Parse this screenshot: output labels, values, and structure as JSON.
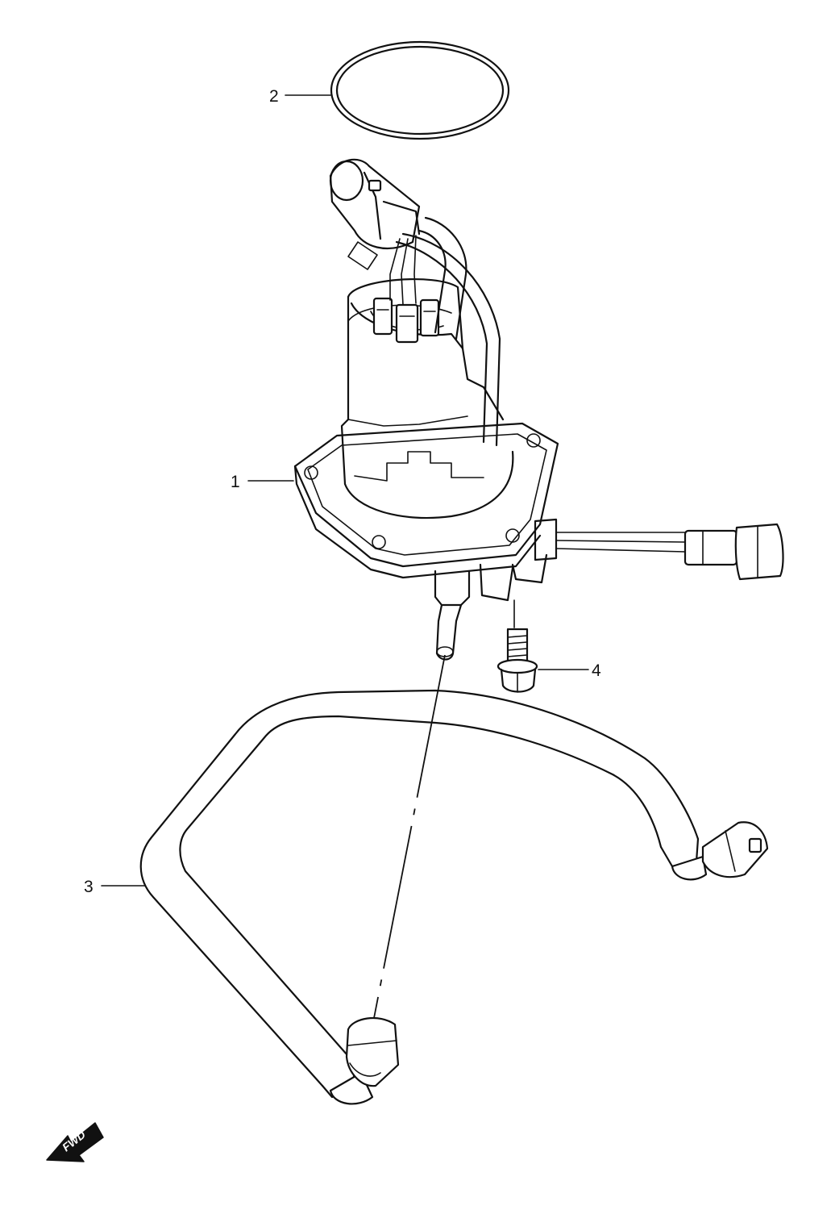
{
  "callouts": [
    {
      "id": "1",
      "label": "1",
      "part": "fuel-pump-assembly"
    },
    {
      "id": "2",
      "label": "2",
      "part": "o-ring"
    },
    {
      "id": "3",
      "label": "3",
      "part": "fuel-hose"
    },
    {
      "id": "4",
      "label": "4",
      "part": "bolt"
    }
  ],
  "direction_indicator": {
    "label": "FWD",
    "icon": "arrow-left-down-icon"
  },
  "colors": {
    "line": "#111111",
    "background": "#ffffff"
  }
}
